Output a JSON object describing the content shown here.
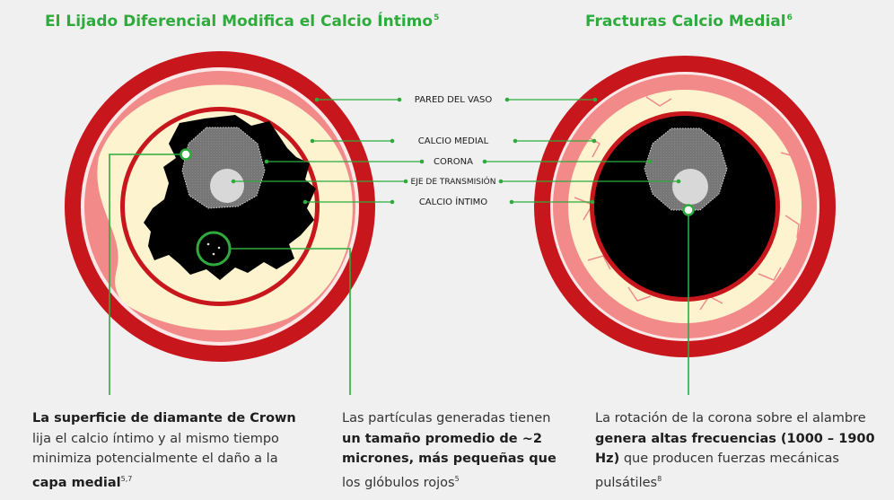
{
  "titles": {
    "left": "El Lijado Diferencial Modifica el Calcio Íntimo",
    "left_ref": "5",
    "right": "Fracturas Calcio Medial",
    "right_ref": "6"
  },
  "labels": {
    "vessel_wall": "PARED DEL VASO",
    "medial_calcium": "CALCIO MEDIAL",
    "crown": "CORONA",
    "drive_shaft": "EJE DE TRANSMISIÓN",
    "intimal_calcium": "CALCIO ÍNTIMO"
  },
  "captions": {
    "c1": {
      "bold1": "La superficie de diamante de Crown",
      "text1": "lija el calcio íntimo y al mismo tiempo minimiza potencialmente el daño a la",
      "bold2": "capa medial",
      "ref": "5,7"
    },
    "c2": {
      "text1": "Las partículas generadas tienen",
      "bold1": "un tamaño promedio de ~2 micrones, más pequeñas que",
      "text2": "los glóbulos rojos",
      "ref": "5"
    },
    "c3": {
      "text1": "La rotación de la corona sobre el alambre",
      "bold1": "genera altas frecuencias (1000 – 1900 Hz)",
      "text2": "que producen fuerzas mecánicas pulsátiles",
      "ref": "8"
    }
  },
  "colors": {
    "accent_green": "#2eab3c",
    "vessel_red": "#c8161d",
    "pink": "#f28a8a",
    "cream": "#fdf3cf",
    "black": "#000000",
    "crown_gray": "#767676",
    "shaft_gray": "#d8d8d8"
  }
}
